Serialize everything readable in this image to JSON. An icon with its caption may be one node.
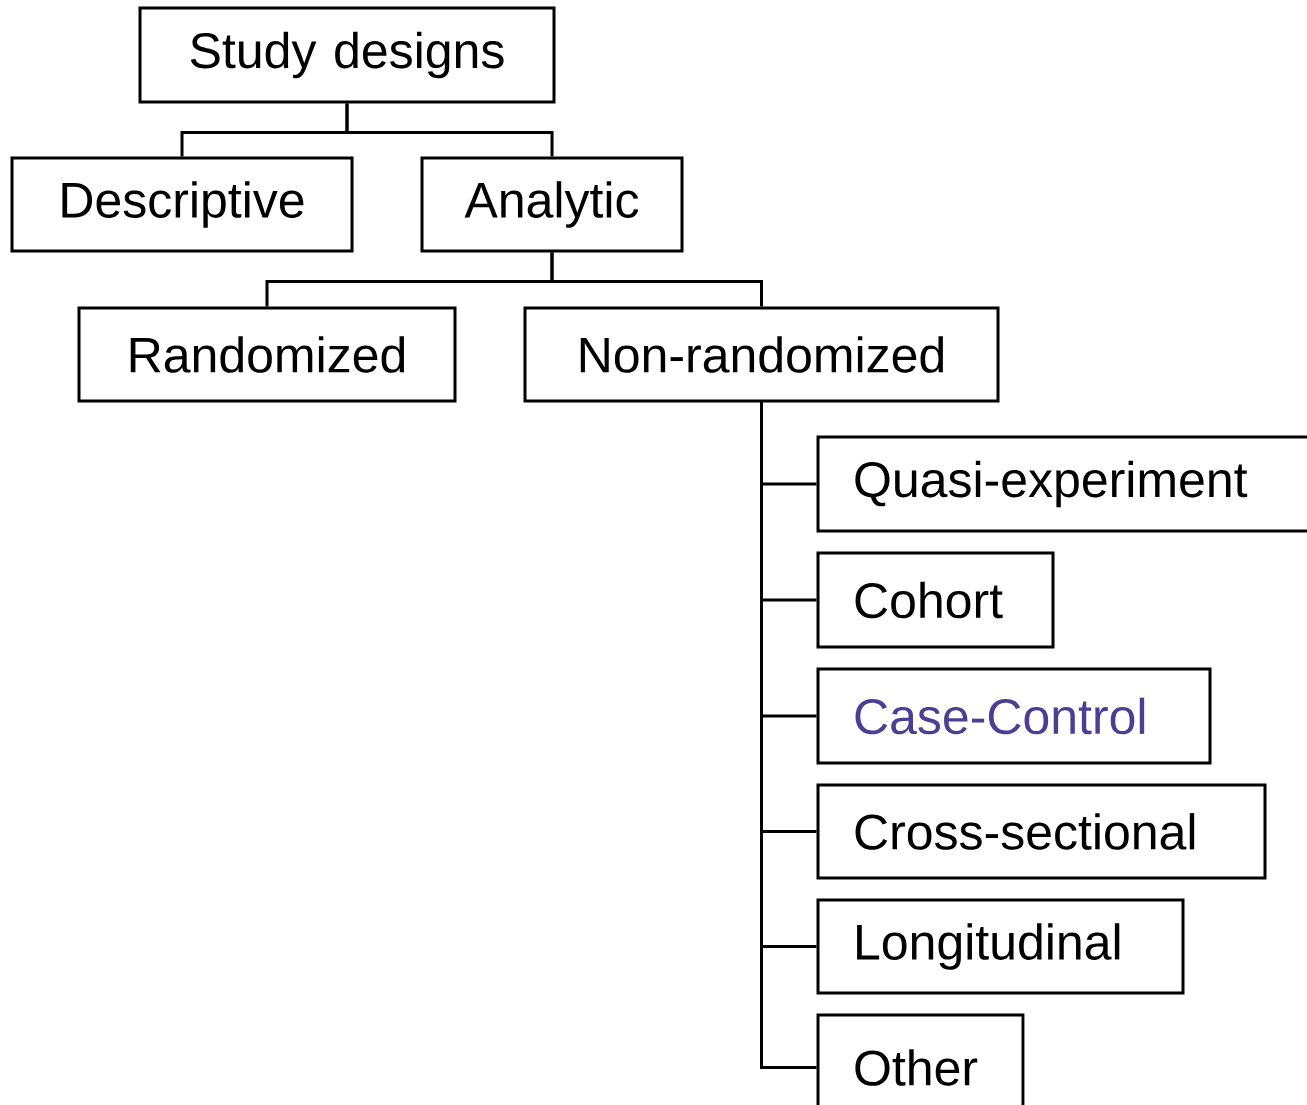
{
  "diagram": {
    "nodes": [
      {
        "text": [
          "Study designs"
        ]
      },
      {
        "text": [
          "Descriptive"
        ]
      },
      {
        "text": [
          "Analytic"
        ]
      },
      {
        "text": [
          "Randomized"
        ]
      },
      {
        "text": [
          "Non-randomized"
        ]
      },
      {
        "text": [
          "Quasi-experiment"
        ]
      },
      {
        "text": [
          "Cohort"
        ]
      },
      {
        "text": [
          "Case-Control"
        ]
      },
      {
        "text": [
          "Cross-sectional"
        ]
      },
      {
        "text": [
          "Longitudinal"
        ]
      },
      {
        "text": [
          "Other"
        ]
      }
    ],
    "edges": [
      {
        "from": 0,
        "to": 1,
        "arrow": "none"
      },
      {
        "from": 0,
        "to": 2,
        "arrow": "none"
      },
      {
        "from": 2,
        "to": 3,
        "arrow": "none"
      },
      {
        "from": 2,
        "to": 4,
        "arrow": "none"
      },
      {
        "from": 4,
        "to": 5,
        "arrow": "none"
      },
      {
        "from": 4,
        "to": 6,
        "arrow": "none"
      },
      {
        "from": 4,
        "to": 7,
        "arrow": "none"
      },
      {
        "from": 4,
        "to": 8,
        "arrow": "none"
      },
      {
        "from": 4,
        "to": 9,
        "arrow": "none"
      },
      {
        "from": 4,
        "to": 10,
        "arrow": "none"
      }
    ]
  }
}
